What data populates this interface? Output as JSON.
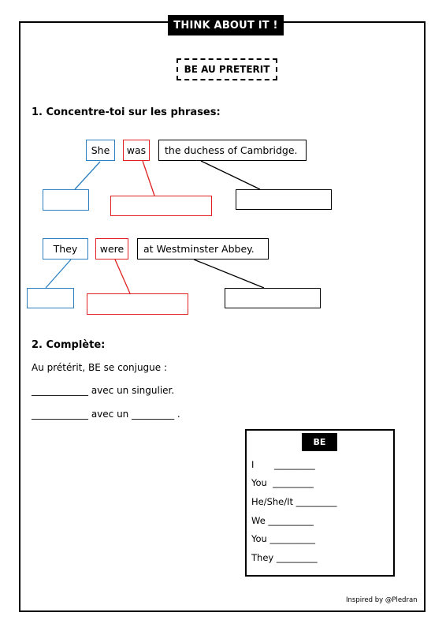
{
  "banner": "THINK ABOUT IT !",
  "subtitle": "BE AU PRETERIT",
  "section1": "1.  Concentre-toi sur les phrases:",
  "sentence1": {
    "subject": "She",
    "verb": "was",
    "rest": "the duchess of Cambridge."
  },
  "sentence2": {
    "subject": "They",
    "verb": "were",
    "rest": "at Westminster Abbey."
  },
  "section2": "2. Complète:",
  "intro": "Au prétérit, BE se conjugue :",
  "line1": "____________ avec un singulier.",
  "line2": "____________ avec un _________ .",
  "table": {
    "title": "BE",
    "rows": [
      "I       _________",
      "You  _________",
      "He/She/It _________",
      "We __________",
      "You __________",
      "They _________"
    ]
  },
  "credit": "Inspired by @Pledran"
}
